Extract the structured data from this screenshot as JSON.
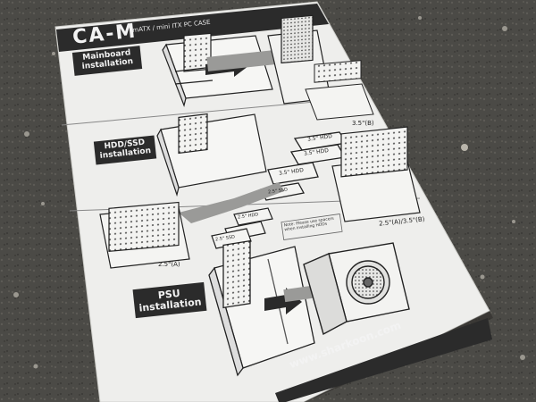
{
  "photo": {
    "header": {
      "brand": "CA-M",
      "subtitle": "mATX / mini ITX PC CASE"
    },
    "sections": [
      {
        "label": "Mainboard installation",
        "lines": [
          "Mainboard",
          "installation"
        ]
      },
      {
        "label": "HDD/SSD installation",
        "lines": [
          "HDD/SSD",
          "installation"
        ]
      },
      {
        "label": "PSU installation",
        "lines": [
          "PSU",
          "installation"
        ]
      }
    ],
    "drive_labels": [
      "3.5\" HDD",
      "3.5\" HDD",
      "3.5\" HDD",
      "2.5\" SSD",
      "2.5\" HDD",
      "2.5\" SSD"
    ],
    "bay_labels": {
      "b35": "3.5\"(B)",
      "a25": "2.5\"(A)",
      "combo": "2.5\"(A)/3.5\"(B)"
    },
    "note": "Note: Please use spacers when installing HDDs",
    "website": "www.sharkoon.com"
  },
  "colors": {
    "paper": "#eeeeec",
    "ink": "#2a2a2a",
    "band": "#2b2b2b",
    "asphalt": "#4b4a46"
  }
}
